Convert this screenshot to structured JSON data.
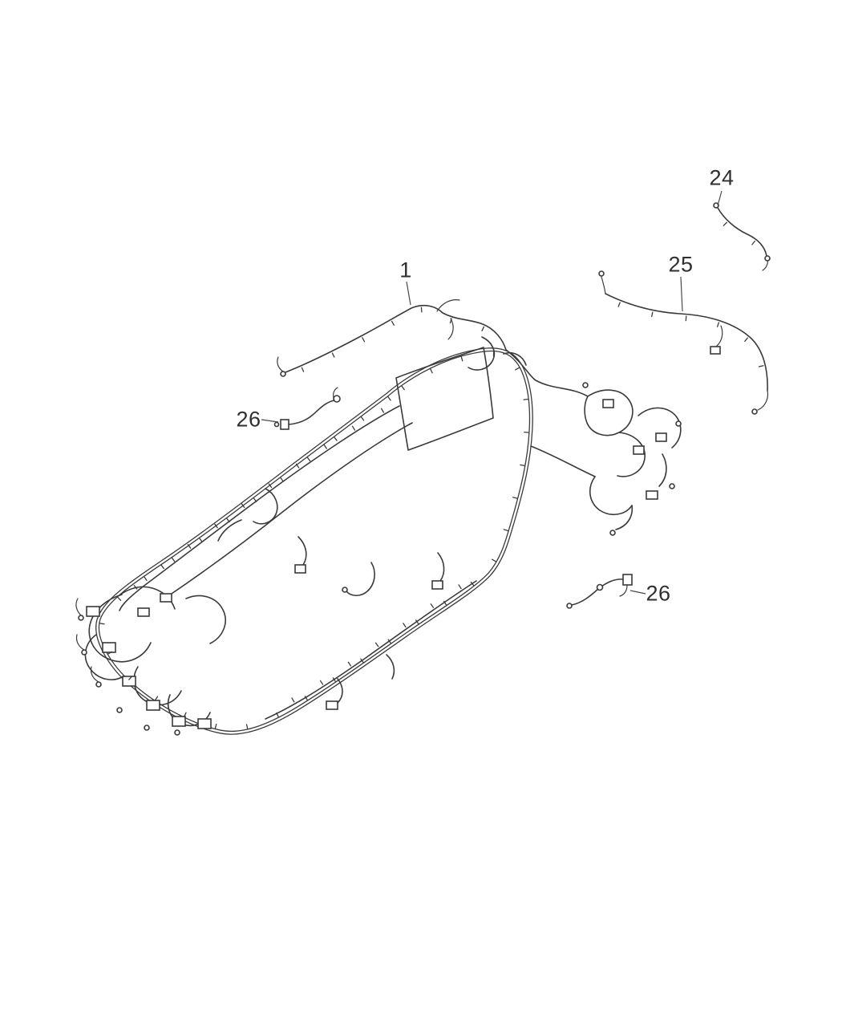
{
  "figure": {
    "type": "vehicle-body-wiring-harness-diagram",
    "callouts": [
      {
        "id": "harness-body-main",
        "label": "1"
      },
      {
        "id": "harness-rear-small",
        "label": "24"
      },
      {
        "id": "harness-rear-long",
        "label": "25"
      },
      {
        "id": "sensor-wire-left",
        "label": "26"
      },
      {
        "id": "sensor-wire-right",
        "label": "26"
      }
    ]
  },
  "colors": {
    "line": "#3a3a3a",
    "label": "#2f2f2f",
    "background": "#ffffff"
  }
}
